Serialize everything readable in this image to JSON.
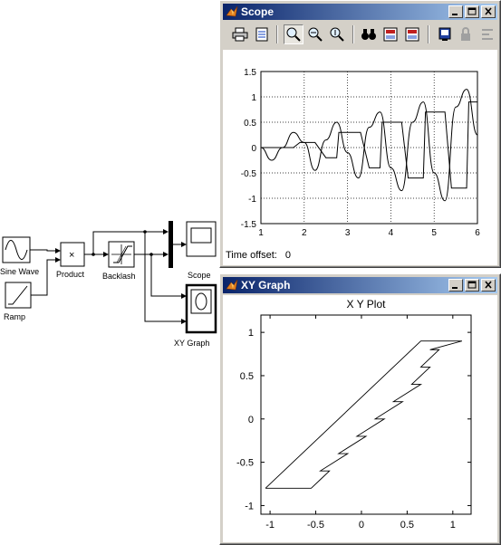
{
  "diagram": {
    "blocks": {
      "sine_wave": "Sine Wave",
      "ramp": "Ramp",
      "product": "Product",
      "product_symbol": "×",
      "backlash": "Backlash",
      "scope": "Scope",
      "xy_graph": "XY Graph"
    }
  },
  "scope_window": {
    "title": "Scope",
    "toolbar": [
      "printer-icon",
      "parameters-icon",
      "zoom-icon",
      "zoom-x-icon",
      "zoom-y-icon",
      "autoscale-binoculars-icon",
      "save-axes-icon",
      "restore-axes-icon",
      "floating-scope-icon",
      "lock-axes-icon",
      "signal-selector-icon"
    ],
    "time_offset_label": "Time offset:",
    "time_offset_value": "0",
    "chart": {
      "x_ticks": [
        "1",
        "2",
        "3",
        "4",
        "5",
        "6"
      ],
      "y_ticks": [
        "1.5",
        "1",
        "0.5",
        "0",
        "-0.5",
        "-1",
        "-1.5"
      ]
    }
  },
  "xy_window": {
    "title": "XY Graph",
    "chart": {
      "title": "X Y Plot",
      "x_ticks": [
        "-1",
        "-0.5",
        "0",
        "0.5",
        "1"
      ],
      "y_ticks": [
        "1",
        "0.5",
        "0",
        "-0.5",
        "-1"
      ]
    }
  },
  "chart_data": [
    {
      "type": "line",
      "grid": true,
      "xlim": [
        1,
        6
      ],
      "ylim": [
        -1.5,
        1.5
      ],
      "series": [
        {
          "x": [
            1,
            1.25,
            1.5,
            1.75,
            2,
            2.25,
            2.5,
            2.75,
            3,
            3.25,
            3.5,
            3.75,
            4,
            4.25,
            4.5,
            4.75,
            5,
            5.25,
            5.5,
            5.75,
            6
          ],
          "y": [
            0,
            -0.25,
            0,
            0.3,
            0.1,
            -0.45,
            0.15,
            0.5,
            -0.1,
            -0.6,
            0.4,
            0.7,
            -0.4,
            -0.85,
            0.5,
            0.9,
            -0.5,
            -1.05,
            0.8,
            1.15,
            0.25
          ]
        },
        {
          "x": [
            1,
            1.75,
            1.9,
            2.25,
            2.5,
            2.75,
            2.8,
            3.3,
            3.5,
            3.75,
            3.8,
            4.25,
            4.4,
            4.75,
            4.8,
            5.25,
            5.4,
            5.75,
            5.8,
            6
          ],
          "y": [
            0,
            0,
            0.1,
            0.1,
            -0.2,
            -0.2,
            0.3,
            0.3,
            -0.4,
            -0.4,
            0.5,
            0.5,
            -0.6,
            -0.6,
            0.7,
            0.7,
            -0.8,
            -0.8,
            0.9,
            0.9
          ]
        }
      ]
    },
    {
      "type": "line",
      "title": "X Y Plot",
      "xlim": [
        -1.1,
        1.2
      ],
      "ylim": [
        -1.1,
        1.2
      ],
      "series": [
        {
          "x": [
            -1.05,
            -0.55,
            -0.45,
            -0.35,
            -0.45,
            -0.15,
            -0.25,
            0.05,
            -0.05,
            0.25,
            0.15,
            0.45,
            0.35,
            0.65,
            0.55,
            0.75,
            0.65,
            0.85,
            0.75,
            1.1,
            0.65,
            -1.05
          ],
          "y": [
            -0.8,
            -0.8,
            -0.7,
            -0.6,
            -0.6,
            -0.4,
            -0.4,
            -0.2,
            -0.2,
            0.0,
            0.0,
            0.2,
            0.2,
            0.4,
            0.4,
            0.6,
            0.6,
            0.8,
            0.8,
            0.9,
            0.9,
            -0.8
          ]
        }
      ]
    }
  ]
}
